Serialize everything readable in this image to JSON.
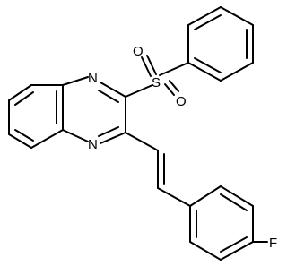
{
  "molecule": {
    "atom_labels": {
      "n_top": "N",
      "n_bottom": "N",
      "sulfur": "S",
      "oxygen_left": "O",
      "oxygen_right": "O",
      "fluorine": "F"
    }
  }
}
